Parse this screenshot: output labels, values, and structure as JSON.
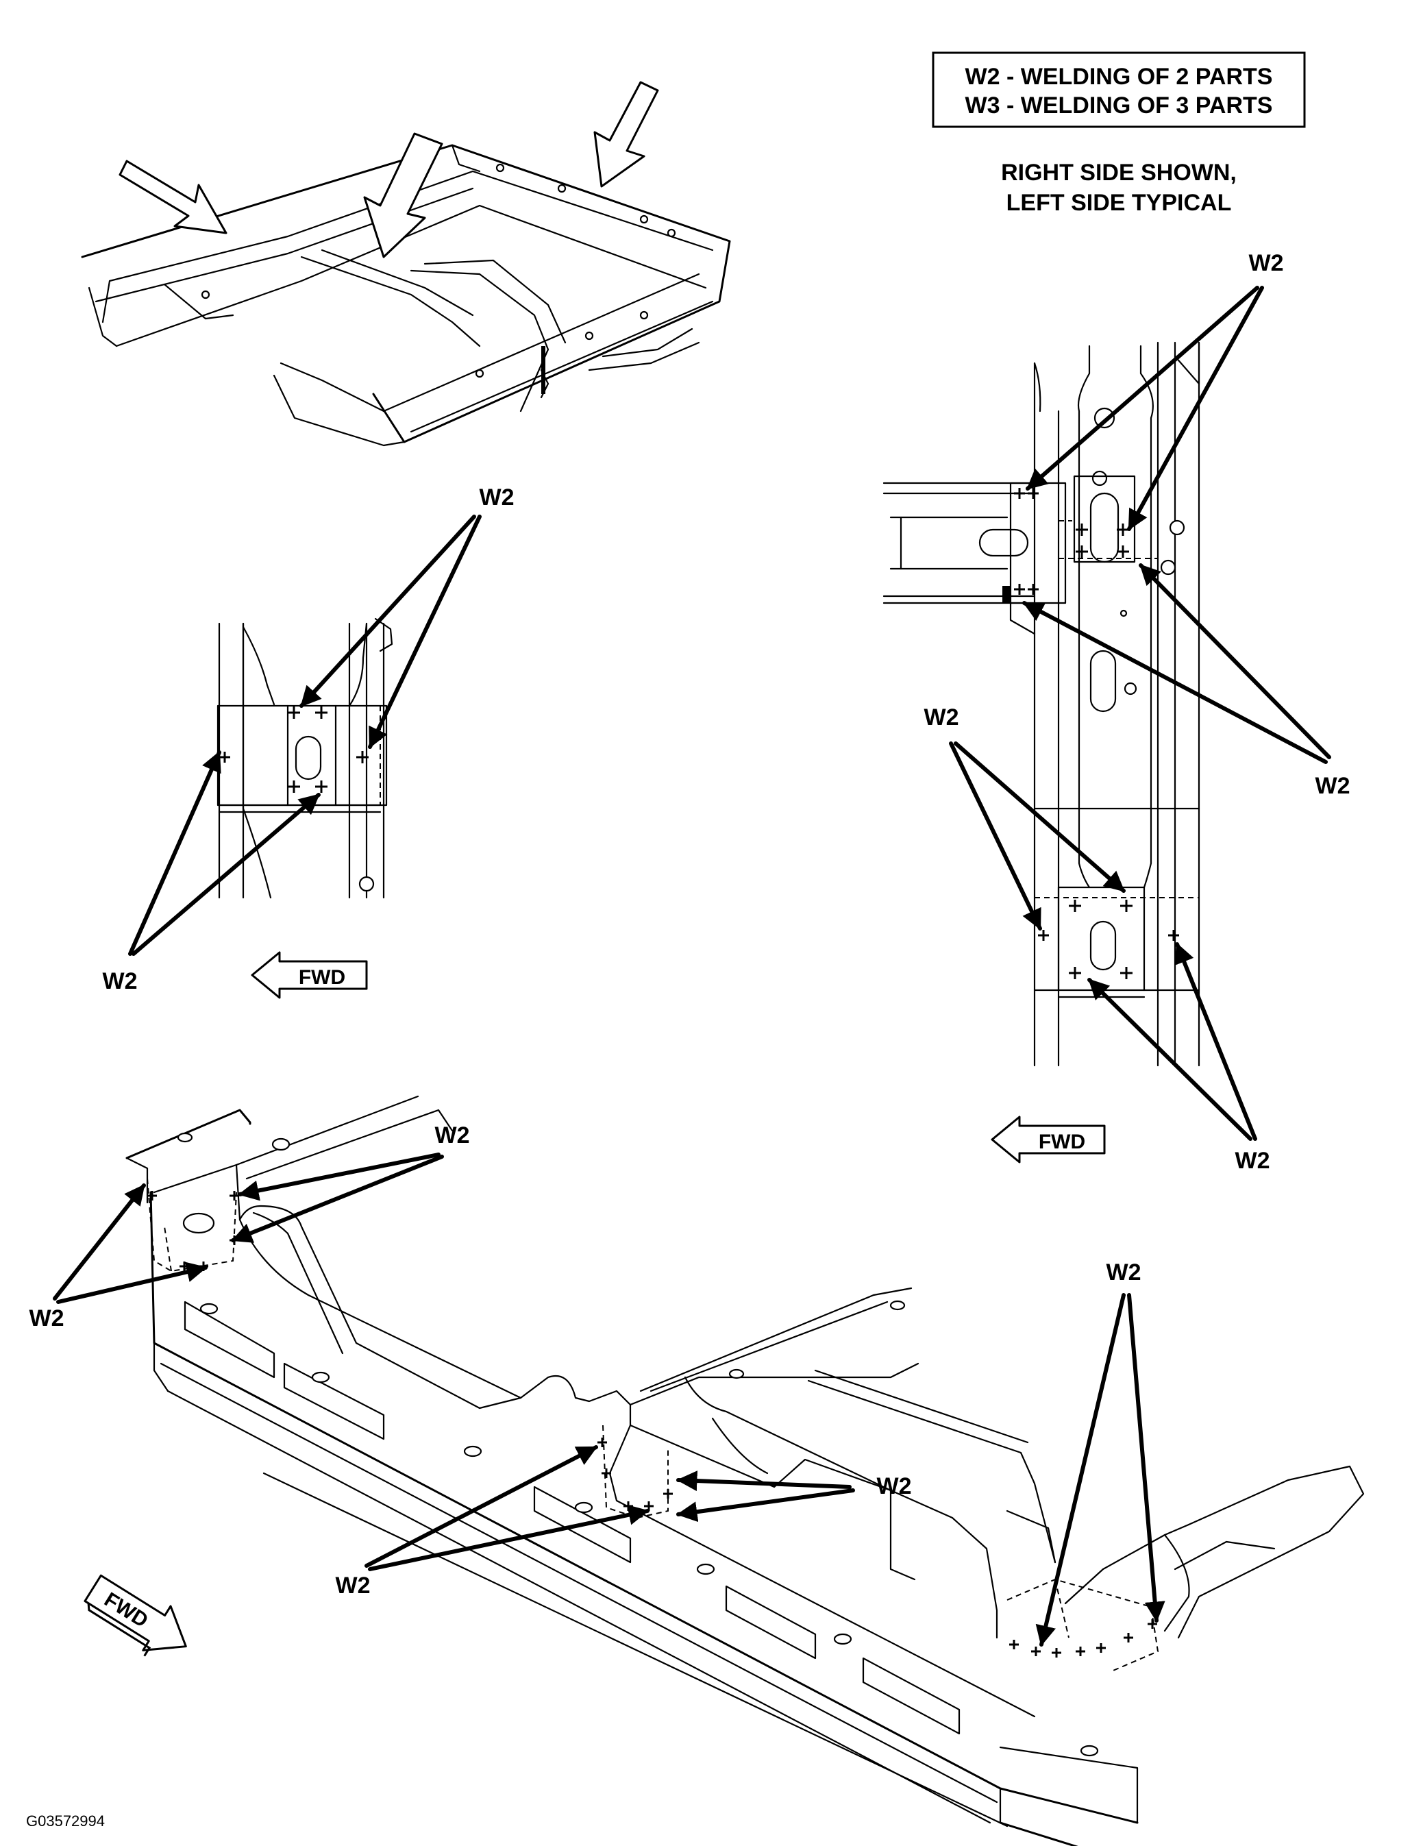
{
  "legend": {
    "line1": "W2 - WELDING OF 2 PARTS",
    "line2": "W3 - WELDING OF 3 PARTS"
  },
  "side_note": {
    "line1": "RIGHT SIDE SHOWN,",
    "line2": "LEFT SIDE TYPICAL"
  },
  "weld_label": "W2",
  "fwd_label": "FWD",
  "figure_id": "G03572994"
}
